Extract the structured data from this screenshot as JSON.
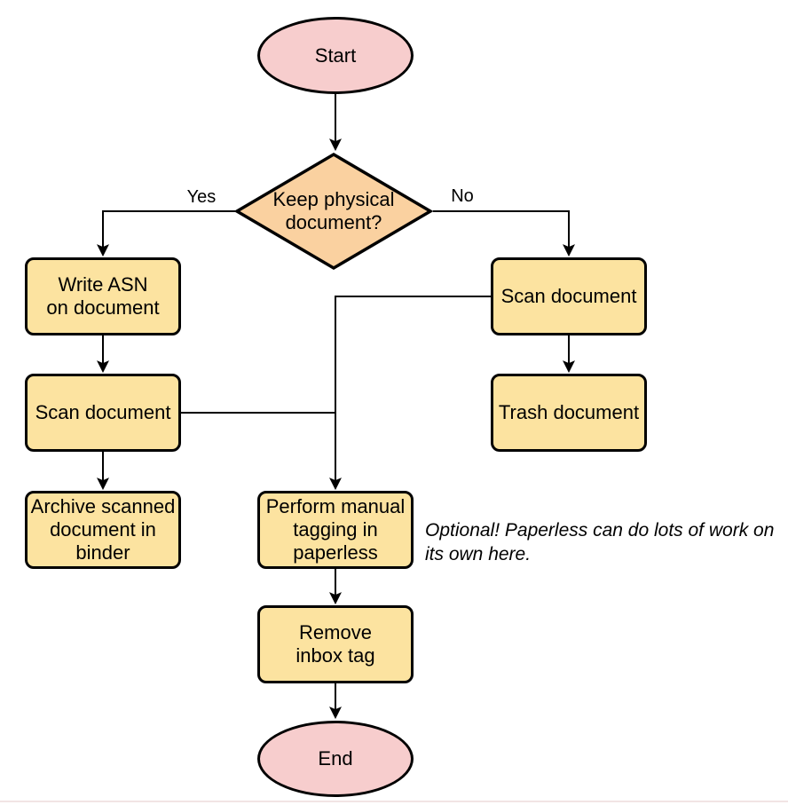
{
  "diagram": {
    "background": "#ffffff",
    "stroke_color": "#000000",
    "colors": {
      "terminal_fill": "#f7cdcd",
      "decision_fill": "#fad1a0",
      "process_fill": "#fce3a0"
    },
    "nodes": {
      "start": {
        "type": "terminal",
        "label": "Start"
      },
      "decision": {
        "type": "decision",
        "label": "Keep physical\ndocument?"
      },
      "write_asn": {
        "type": "process",
        "label": "Write ASN\non document"
      },
      "scan_left": {
        "type": "process",
        "label": "Scan document"
      },
      "archive": {
        "type": "process",
        "label": "Archive scanned\ndocument in\nbinder"
      },
      "scan_right": {
        "type": "process",
        "label": "Scan document"
      },
      "trash": {
        "type": "process",
        "label": "Trash document"
      },
      "tagging": {
        "type": "process",
        "label": "Perform manual\ntagging in\npaperless"
      },
      "remove_inbox": {
        "type": "process",
        "label": "Remove\ninbox tag"
      },
      "end": {
        "type": "terminal",
        "label": "End"
      }
    },
    "edge_labels": {
      "yes": "Yes",
      "no": "No"
    },
    "annotation": "Optional! Paperless can do lots of work on\nits own here."
  }
}
